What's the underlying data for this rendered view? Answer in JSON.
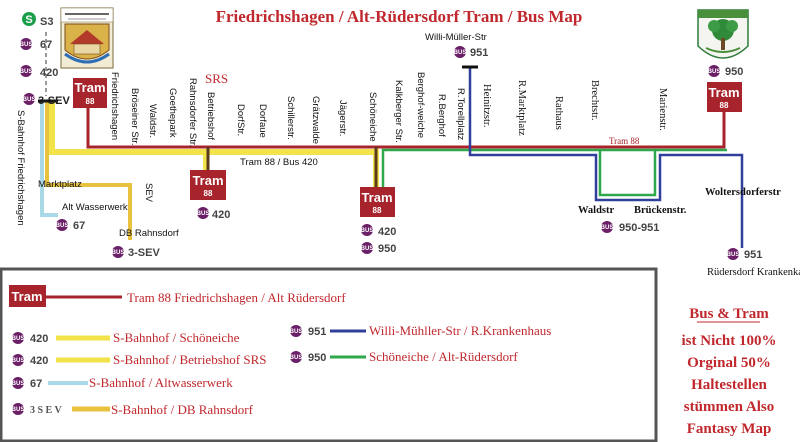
{
  "title": "Friedrichshagen / Alt-Rüdersdorf Tram / Bus Map",
  "colors": {
    "tram": "#a8242c",
    "bus420": "#f2e34a",
    "bus67": "#a9d9e6",
    "sev": "#e8c23d",
    "bus951": "#2f3f9a",
    "bus950": "#2ea84a",
    "bus_badge": "#6a1f66",
    "sbahn": "#1a9e4a",
    "title": "#c0282d"
  },
  "badges": {
    "bus": "BUS",
    "tram": "Tram",
    "tram_number": "88",
    "s_bahn": "S",
    "s3": "S3",
    "r67": "67",
    "r420": "420",
    "r950": "950",
    "r951": "951",
    "r950_951": "950-951",
    "sev": "3-SEV",
    "sev_legend": "3 S E V"
  },
  "stations": {
    "friedrichshagen": "S-Bahnhof Friedrichshagen",
    "sev_stop": "3-SEV",
    "marktplatz": "Marktplatz",
    "alt_wasserwerk": "Alt Wasserwerk",
    "db_rahnsdorf": "DB Rahnsdorf",
    "sev_label": "SEV",
    "srs": "SRS",
    "tram_88_bus_420": "Tram 88 / Bus 420",
    "tram_88": "Tram 88",
    "willi_mueller": "Willi-Müller-Str",
    "waldstr_bottom": "Waldstr",
    "brueckenstr": "Brückenstr.",
    "woltersdorferstr": "Woltersdorferstr",
    "ruedersdorf_krankenhaus": "Rüdersdorf Krankenkaus",
    "vertical": [
      "Friedrichshagen",
      "Bröseiner Str.",
      "Waldstr.",
      "Goethepark",
      "Rahnsdorfer Str.",
      "Betriebshof",
      "DorfStr.",
      "Dorfaue",
      "Schillerstr.",
      "Grätzwalde",
      "Jägerstr.",
      "Schöneiche",
      "Kalkberger Str.",
      "Berghof-weiche",
      "R.Berghof",
      "R.Torellplatz",
      "Heinitzstr.",
      "R.Marktplatz",
      "Rathaus",
      "Brechtstr.",
      "Marienstr."
    ]
  },
  "legend": {
    "tram": "Tram 88 Friedrichshagen / Alt Rüdersdorf",
    "bus420_a": "S-Bahnhof / Schöneiche",
    "bus420_b": "S-Bahnhof / Betriebshof SRS",
    "bus67": "S-Bahnhof / Altwasserwerk",
    "sev": "S-Bahnhof / DB Rahnsdorf",
    "bus951": "Willi-Mühller-Str / R.Krankenhaus",
    "bus950": "Schöneiche / Alt-Rüdersdorf"
  },
  "note": {
    "line1": "Bus & Tram",
    "line2": "ist Nicht 100%",
    "line3": "Orginal 50%",
    "line4": "Haltestellen",
    "line5": "stümmen Also",
    "line6": "Fantasy Map"
  }
}
